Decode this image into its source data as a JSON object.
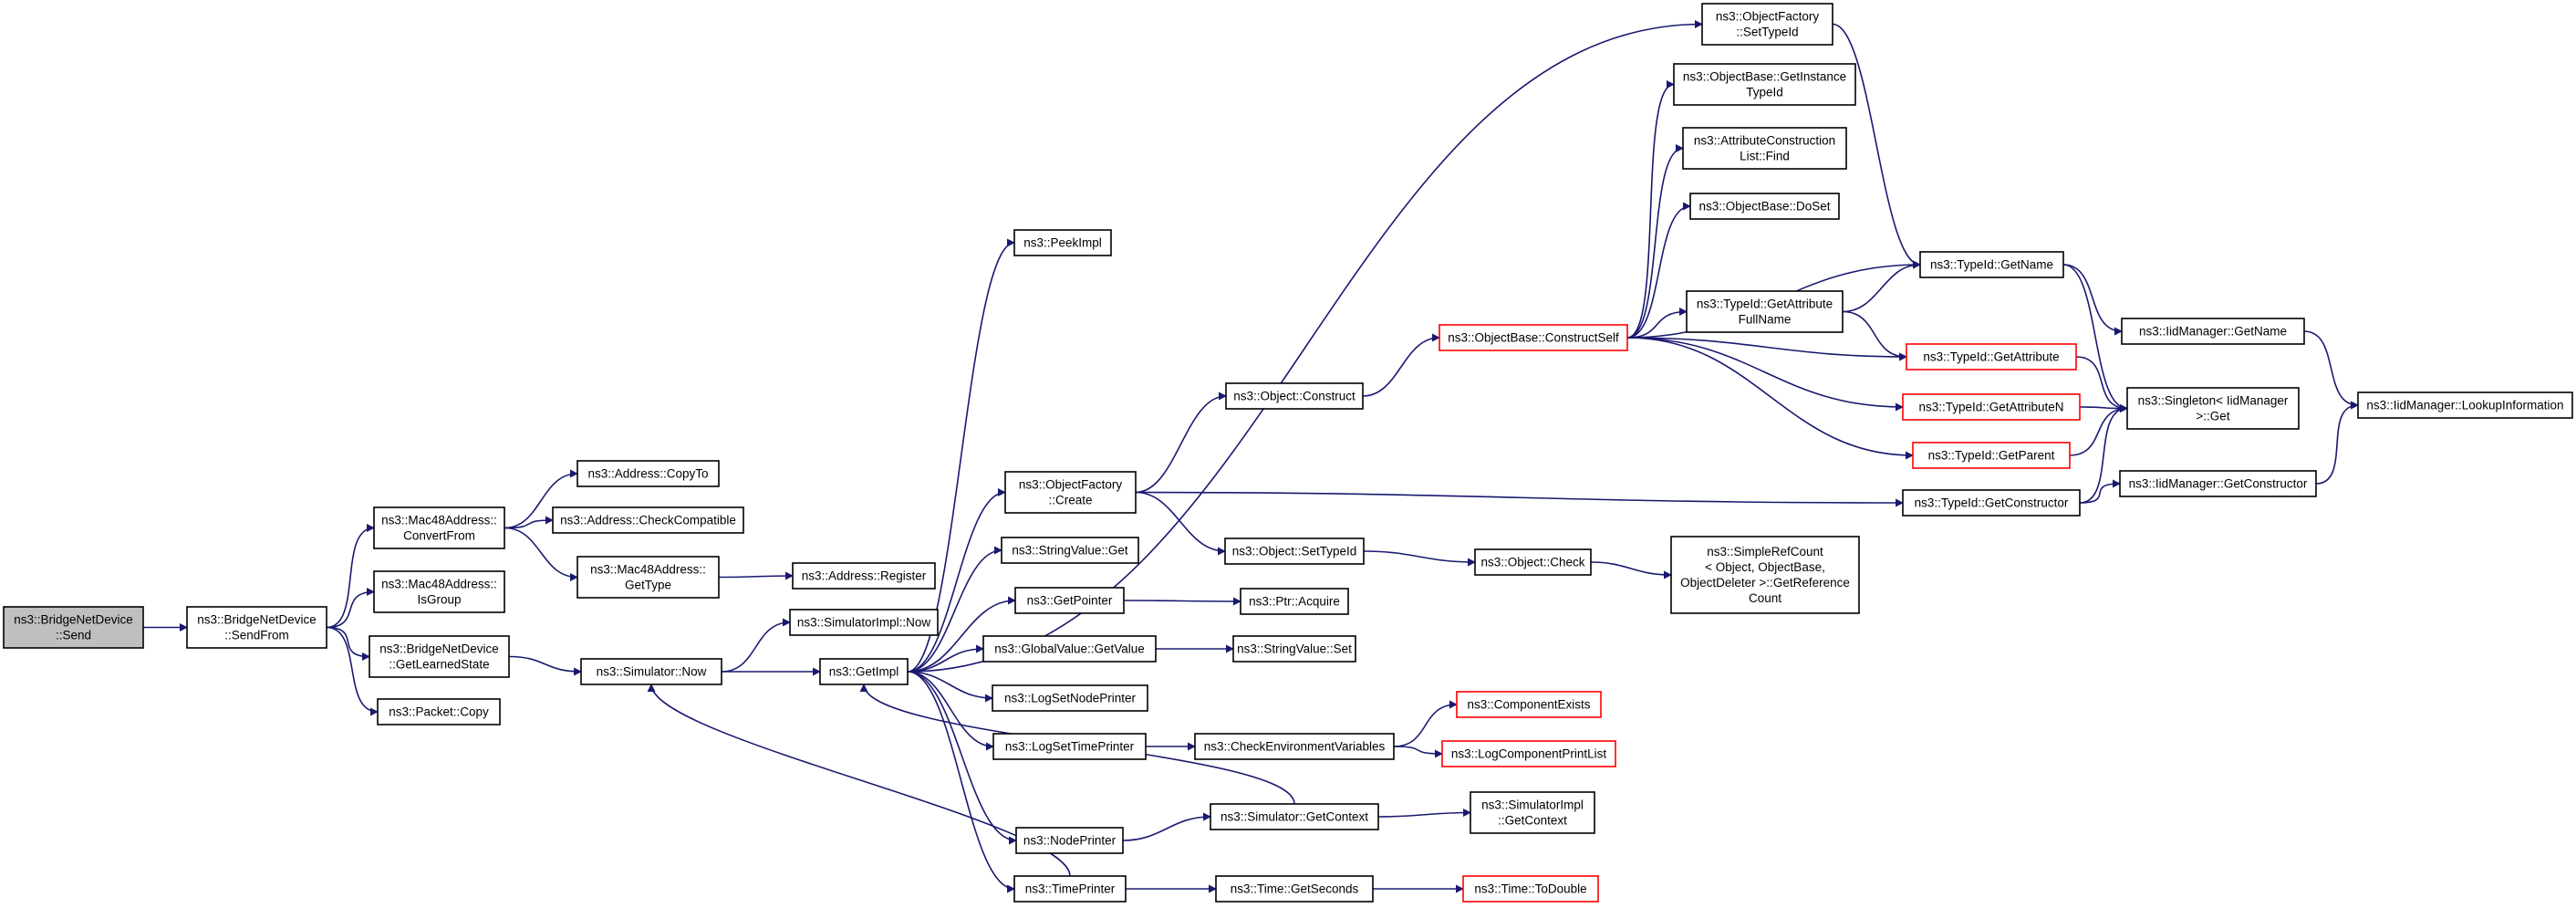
{
  "colors": {
    "edge": "#191970",
    "node_border": "#000000",
    "node_fill": "#ffffff",
    "root_fill": "#bfbfbf",
    "truncated_border": "#ff0000",
    "text": "#000000"
  },
  "nodes": [
    {
      "id": "n0",
      "lines": [
        "ns3::BridgeNetDevice",
        "::Send"
      ],
      "root": true
    },
    {
      "id": "n1",
      "lines": [
        "ns3::BridgeNetDevice",
        "::SendFrom"
      ]
    },
    {
      "id": "n2",
      "lines": [
        "ns3::Mac48Address::",
        "ConvertFrom"
      ]
    },
    {
      "id": "n3",
      "lines": [
        "ns3::Mac48Address::",
        "IsGroup"
      ]
    },
    {
      "id": "n4",
      "lines": [
        "ns3::BridgeNetDevice",
        "::GetLearnedState"
      ]
    },
    {
      "id": "n5",
      "lines": [
        "ns3::Packet::Copy"
      ]
    },
    {
      "id": "n6",
      "lines": [
        "ns3::Address::CopyTo"
      ]
    },
    {
      "id": "n7",
      "lines": [
        "ns3::Address::CheckCompatible"
      ]
    },
    {
      "id": "n8",
      "lines": [
        "ns3::Mac48Address::",
        "GetType"
      ]
    },
    {
      "id": "n9",
      "lines": [
        "ns3::Address::Register"
      ]
    },
    {
      "id": "n10",
      "lines": [
        "ns3::Simulator::Now"
      ]
    },
    {
      "id": "n11",
      "lines": [
        "ns3::SimulatorImpl::Now"
      ]
    },
    {
      "id": "n12",
      "lines": [
        "ns3::GetImpl"
      ]
    },
    {
      "id": "n13",
      "lines": [
        "ns3::PeekImpl"
      ]
    },
    {
      "id": "n14",
      "lines": [
        "ns3::ObjectFactory",
        "::Create"
      ]
    },
    {
      "id": "n15",
      "lines": [
        "ns3::StringValue::Get"
      ]
    },
    {
      "id": "n16",
      "lines": [
        "ns3::GetPointer"
      ]
    },
    {
      "id": "n17",
      "lines": [
        "ns3::GlobalValue::GetValue"
      ]
    },
    {
      "id": "n18",
      "lines": [
        "ns3::LogSetNodePrinter"
      ]
    },
    {
      "id": "n19",
      "lines": [
        "ns3::LogSetTimePrinter"
      ]
    },
    {
      "id": "n20",
      "lines": [
        "ns3::NodePrinter"
      ]
    },
    {
      "id": "n21",
      "lines": [
        "ns3::TimePrinter"
      ]
    },
    {
      "id": "n22",
      "lines": [
        "ns3::ObjectFactory",
        "::SetTypeId"
      ]
    },
    {
      "id": "n23",
      "lines": [
        "ns3::Object::Construct"
      ]
    },
    {
      "id": "n24",
      "lines": [
        "ns3::Object::SetTypeId"
      ]
    },
    {
      "id": "n25",
      "lines": [
        "ns3::Ptr::Acquire"
      ]
    },
    {
      "id": "n26",
      "lines": [
        "ns3::StringValue::Set"
      ]
    },
    {
      "id": "n27",
      "lines": [
        "ns3::CheckEnvironmentVariables"
      ]
    },
    {
      "id": "n28",
      "lines": [
        "ns3::Simulator::GetContext"
      ]
    },
    {
      "id": "n29",
      "lines": [
        "ns3::Time::GetSeconds"
      ]
    },
    {
      "id": "n30",
      "lines": [
        "ns3::ObjectBase::ConstructSelf"
      ],
      "truncated": true
    },
    {
      "id": "n31",
      "lines": [
        "ns3::Object::Check"
      ]
    },
    {
      "id": "n32",
      "lines": [
        "ns3::ComponentExists"
      ],
      "truncated": true
    },
    {
      "id": "n33",
      "lines": [
        "ns3::LogComponentPrintList"
      ],
      "truncated": true
    },
    {
      "id": "n34",
      "lines": [
        "ns3::SimulatorImpl",
        "::GetContext"
      ]
    },
    {
      "id": "n35",
      "lines": [
        "ns3::Time::ToDouble"
      ],
      "truncated": true
    },
    {
      "id": "n36",
      "lines": [
        "ns3::ObjectBase::GetInstance",
        "TypeId"
      ]
    },
    {
      "id": "n37",
      "lines": [
        "ns3::AttributeConstruction",
        "List::Find"
      ]
    },
    {
      "id": "n38",
      "lines": [
        "ns3::ObjectBase::DoSet"
      ]
    },
    {
      "id": "n39",
      "lines": [
        "ns3::TypeId::GetAttribute",
        "FullName"
      ]
    },
    {
      "id": "n40",
      "lines": [
        "ns3::SimpleRefCount",
        "< Object, ObjectBase,",
        "ObjectDeleter >::GetReference",
        "Count"
      ]
    },
    {
      "id": "n41",
      "lines": [
        "ns3::TypeId::GetName"
      ]
    },
    {
      "id": "n42",
      "lines": [
        "ns3::TypeId::GetAttribute"
      ],
      "truncated": true
    },
    {
      "id": "n43",
      "lines": [
        "ns3::TypeId::GetAttributeN"
      ],
      "truncated": true
    },
    {
      "id": "n44",
      "lines": [
        "ns3::TypeId::GetParent"
      ],
      "truncated": true
    },
    {
      "id": "n45",
      "lines": [
        "ns3::TypeId::GetConstructor"
      ]
    },
    {
      "id": "n46",
      "lines": [
        "ns3::IidManager::GetName"
      ]
    },
    {
      "id": "n47",
      "lines": [
        "ns3::Singleton< IidManager",
        " >::Get"
      ]
    },
    {
      "id": "n48",
      "lines": [
        "ns3::IidManager::GetConstructor"
      ]
    },
    {
      "id": "n49",
      "lines": [
        "ns3::IidManager::LookupInformation"
      ]
    }
  ],
  "edges": [
    [
      "n0",
      "n1"
    ],
    [
      "n1",
      "n2"
    ],
    [
      "n1",
      "n3"
    ],
    [
      "n1",
      "n4"
    ],
    [
      "n1",
      "n5"
    ],
    [
      "n2",
      "n6"
    ],
    [
      "n2",
      "n7"
    ],
    [
      "n2",
      "n8"
    ],
    [
      "n8",
      "n9"
    ],
    [
      "n4",
      "n10"
    ],
    [
      "n10",
      "n11"
    ],
    [
      "n10",
      "n12"
    ],
    [
      "n12",
      "n13"
    ],
    [
      "n12",
      "n14"
    ],
    [
      "n12",
      "n15"
    ],
    [
      "n12",
      "n16"
    ],
    [
      "n12",
      "n17"
    ],
    [
      "n12",
      "n18"
    ],
    [
      "n12",
      "n19"
    ],
    [
      "n12",
      "n20"
    ],
    [
      "n12",
      "n21"
    ],
    [
      "n12",
      "n22"
    ],
    [
      "n14",
      "n23"
    ],
    [
      "n14",
      "n24"
    ],
    [
      "n14",
      "n45"
    ],
    [
      "n16",
      "n25"
    ],
    [
      "n17",
      "n26"
    ],
    [
      "n19",
      "n27"
    ],
    [
      "n20",
      "n28"
    ],
    [
      "n21",
      "n29"
    ],
    [
      "n21",
      "n10"
    ],
    [
      "n23",
      "n30"
    ],
    [
      "n24",
      "n31"
    ],
    [
      "n27",
      "n32"
    ],
    [
      "n27",
      "n33"
    ],
    [
      "n28",
      "n34"
    ],
    [
      "n28",
      "n12"
    ],
    [
      "n29",
      "n35"
    ],
    [
      "n30",
      "n36"
    ],
    [
      "n30",
      "n37"
    ],
    [
      "n30",
      "n38"
    ],
    [
      "n30",
      "n39"
    ],
    [
      "n30",
      "n41"
    ],
    [
      "n30",
      "n42"
    ],
    [
      "n30",
      "n43"
    ],
    [
      "n30",
      "n44"
    ],
    [
      "n31",
      "n40"
    ],
    [
      "n22",
      "n41"
    ],
    [
      "n39",
      "n41"
    ],
    [
      "n39",
      "n42"
    ],
    [
      "n41",
      "n46"
    ],
    [
      "n41",
      "n47"
    ],
    [
      "n42",
      "n47"
    ],
    [
      "n43",
      "n47"
    ],
    [
      "n44",
      "n47"
    ],
    [
      "n45",
      "n47"
    ],
    [
      "n45",
      "n48"
    ],
    [
      "n46",
      "n49"
    ],
    [
      "n48",
      "n49"
    ]
  ]
}
